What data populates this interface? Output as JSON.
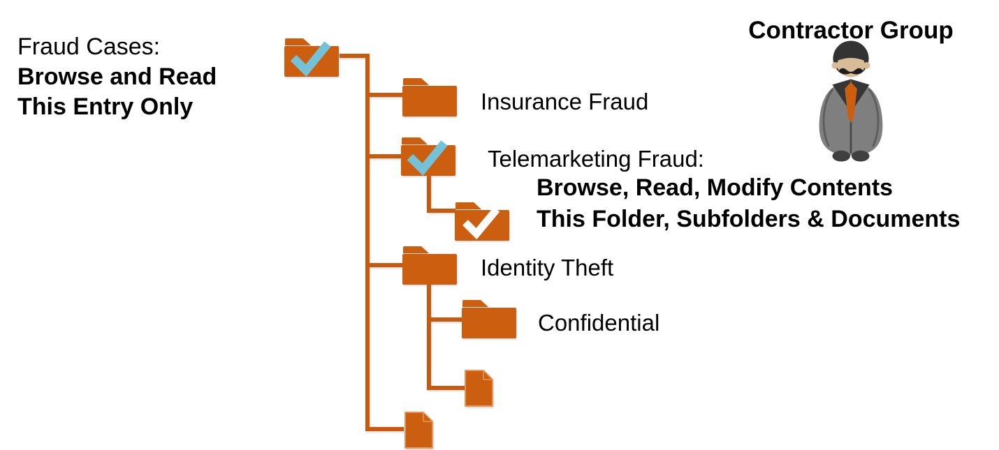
{
  "left_label": {
    "line1": "Fraud Cases:",
    "line2": "Browse and Read",
    "line3": "This Entry Only"
  },
  "contractor": {
    "title": "Contractor Group",
    "icon": "business-man-figure"
  },
  "tree": {
    "insurance_label": "Insurance Fraud",
    "telemarketing_label": "Telemarketing Fraud:",
    "telemarketing_perm_line1": "Browse, Read, Modify Contents",
    "telemarketing_perm_line2": "This Folder, Subfolders & Documents",
    "identity_label": "Identity Theft",
    "confidential_label": "Confidential",
    "icons": {
      "root": "folder-with-blue-checkmark",
      "insurance": "folder",
      "telemarketing": "folder-with-blue-checkmark",
      "telemarketing_subfolder": "folder-with-white-checkmark",
      "identity": "folder",
      "confidential": "folder",
      "identity_document": "document",
      "root_document": "document"
    }
  },
  "colors": {
    "folder_orange": "#CC5E10",
    "connector_orange": "#C9590C",
    "check_blue": "#74C2D7",
    "check_white": "#FFFFFF",
    "text_color": "#000000",
    "doc_border": "#E5965F",
    "suit_gray": "#7F7F7F",
    "suit_dark": "#363636",
    "skin_tan": "#D8BC96",
    "tie_orange": "#CC5E10",
    "shirt_white": "#F7F6F3",
    "shoe_dark": "#3F3F3F",
    "hair_dark": "#333333"
  }
}
